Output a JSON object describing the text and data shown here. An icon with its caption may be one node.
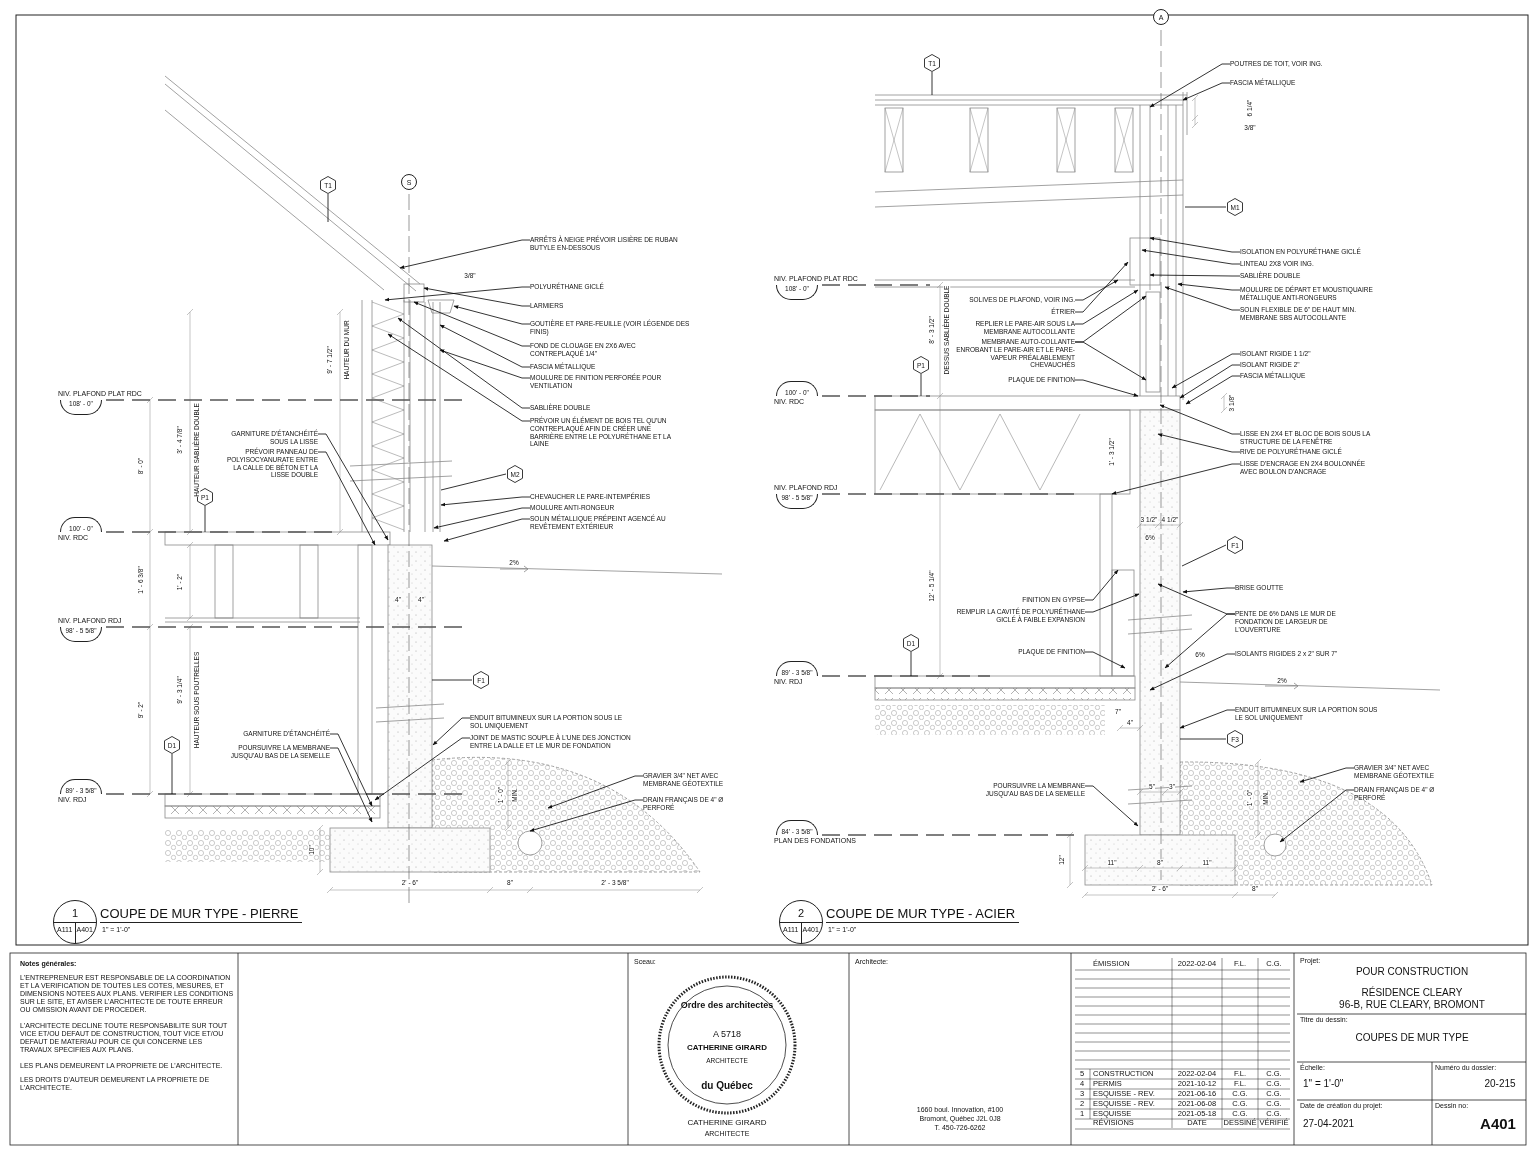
{
  "diagram": {
    "nodes": [
      {
        "text": [
          "T1"
        ]
      },
      {
        "text": [
          "S"
        ]
      },
      {
        "text": [
          "ARRÊTS À NEIGE PRÉVOIR LISIÈRE DE RUBAN BUTYLE EN-DESSOUS"
        ]
      },
      {
        "text": [
          "POLYURÉTHANE GICLÉ"
        ]
      },
      {
        "text": [
          "LARMIERS"
        ]
      },
      {
        "text": [
          "GOUTIÈRE ET PARE-FEUILLE (VOIR LÉGENDE DES FINIS)"
        ]
      },
      {
        "text": [
          "FOND DE CLOUAGE EN 2X6 AVEC CONTREPLAQUÉ 1/4\""
        ]
      },
      {
        "text": [
          "FASCIA MÉTALLIQUE"
        ]
      },
      {
        "text": [
          "MOULURE DE FINITION PERFORÉE POUR VENTILATION"
        ]
      },
      {
        "text": [
          "SABLIÈRE DOUBLE"
        ]
      },
      {
        "text": [
          "PRÉVOIR UN ÉLÉMENT DE BOIS TEL QU'UN CONTREPLAQUÉ AFIN DE CRÉER UNE BARRIÈRE ENTRE LE POLYURÉTHANE ET LA LAINE"
        ]
      },
      {
        "text": [
          "M2"
        ]
      },
      {
        "text": [
          "CHEVAUCHER LE PARE-INTEMPÉRIES"
        ]
      },
      {
        "text": [
          "MOULURE ANTI-RONGEUR"
        ]
      },
      {
        "text": [
          "SOLIN MÉTALLIQUE PRÉPEINT AGENCÉ AU REVÊTEMENT EXTÉRIEUR"
        ]
      },
      {
        "text": [
          "GARNITURE D'ÉTANCHÉITÉ SOUS LA LISSE"
        ]
      },
      {
        "text": [
          "PRÉVOIR PANNEAU DE POLYISOCYANURATE ENTRE LA CALLE DE BÉTON ET LA LISSE DOUBLE"
        ]
      },
      {
        "text": [
          "P1"
        ]
      },
      {
        "text": [
          "F1"
        ]
      },
      {
        "text": [
          "ENDUIT BITUMINEUX SUR LA PORTION SOUS LE SOL UNIQUEMENT"
        ]
      },
      {
        "text": [
          "JOINT DE MASTIC SOUPLE À L'UNE DES JONCTION ENTRE LA DALLE ET LE MUR DE FONDATION"
        ]
      },
      {
        "text": [
          "D1"
        ]
      },
      {
        "text": [
          "GARNITURE D'ÉTANCHÉITÉ"
        ]
      },
      {
        "text": [
          "POURSUIVRE LA MEMBRANE JUSQU'AU BAS DE LA SEMELLE"
        ]
      },
      {
        "text": [
          "GRAVIER 3/4\" NET AVEC MEMBRANE GÉOTEXTILE"
        ]
      },
      {
        "text": [
          "DRAIN FRANÇAIS DE 4\" Ø PERFORÉ"
        ]
      },
      {
        "text": [
          "108' - 0\""
        ],
        "beside": [
          "NIV. PLAFOND PLAT RDC"
        ]
      },
      {
        "text": [
          "100' - 0\""
        ],
        "beside": [
          "NIV. RDC"
        ]
      },
      {
        "text": [
          "98' - 5 5/8\""
        ],
        "beside": [
          "NIV. PLAFOND RDJ"
        ]
      },
      {
        "text": [
          "89' - 3 5/8\""
        ],
        "beside": [
          "NIV. RDJ"
        ]
      },
      {
        "text": [
          "1",
          "A111",
          "A401"
        ],
        "beside": [
          "COUPE DE MUR TYPE - PIERRE",
          "1\" = 1'-0\""
        ]
      },
      {
        "text": [
          "T1"
        ]
      },
      {
        "text": [
          "A"
        ]
      },
      {
        "text": [
          "POUTRES DE TOIT, VOIR ING."
        ]
      },
      {
        "text": [
          "FASCIA MÉTALLIQUE"
        ]
      },
      {
        "text": [
          "M1"
        ]
      },
      {
        "text": [
          "ISOLATION EN POLYURÉTHANE GICLÉ"
        ]
      },
      {
        "text": [
          "LINTEAU 2X8 VOIR ING."
        ]
      },
      {
        "text": [
          "SABLIÈRE DOUBLE"
        ]
      },
      {
        "text": [
          "MOULURE DE DÉPART ET MOUSTIQUAIRE MÉTALLIQUE ANTI-RONGEURS"
        ]
      },
      {
        "text": [
          "SOLIN FLEXIBLE DE 6\" DE HAUT MIN. MEMBRANE SBS AUTOCOLLANTE"
        ]
      },
      {
        "text": [
          "SOLIVES DE PLAFOND, VOIR ING."
        ]
      },
      {
        "text": [
          "ÉTRIER"
        ]
      },
      {
        "text": [
          "REPLIER LE PARE-AIR SOUS LA MEMBRANE AUTOCOLLANTE"
        ]
      },
      {
        "text": [
          "MEMBRANE AUTO-COLLANTE ENROBANT LE PARE-AIR ET LE PARE-VAPEUR PRÉALABLEMENT CHEVAUCHÉS"
        ]
      },
      {
        "text": [
          "PLAQUE DE FINITION"
        ]
      },
      {
        "text": [
          "P1"
        ]
      },
      {
        "text": [
          "ISOLANT RIGIDE 1 1/2\""
        ]
      },
      {
        "text": [
          "ISOLANT RIGIDE 2\""
        ]
      },
      {
        "text": [
          "FASCIA MÉTALLIQUE"
        ]
      },
      {
        "text": [
          "LISSE EN 2X4 ET BLOC DE BOIS SOUS LA STRUCTURE DE LA FENÊTRE"
        ]
      },
      {
        "text": [
          "RIVE DE POLYURÉTHANE GICLÉ"
        ]
      },
      {
        "text": [
          "LISSE D'ENCRAGE EN 2X4 BOULONNÉE AVEC BOULON D'ANCRAGE"
        ]
      },
      {
        "text": [
          "F1"
        ]
      },
      {
        "text": [
          "BRISE GOUTTE"
        ]
      },
      {
        "text": [
          "FINITION EN GYPSE"
        ]
      },
      {
        "text": [
          "REMPLIR LA CAVITÉ DE POLYURÉTHANE GICLÉ À FAIBLE EXPANSION"
        ]
      },
      {
        "text": [
          "PENTE DE 6% DANS LE MUR DE FONDATION DE LARGEUR DE L'OUVERTURE"
        ]
      },
      {
        "text": [
          "D1"
        ]
      },
      {
        "text": [
          "PLAQUE DE FINITION"
        ]
      },
      {
        "text": [
          "ISOLANTS RIGIDES 2 x 2\" SUR 7\""
        ]
      },
      {
        "text": [
          "ENDUIT BITUMINEUX SUR LA PORTION SOUS LE SOL UNIQUEMENT"
        ]
      },
      {
        "text": [
          "F3"
        ]
      },
      {
        "text": [
          "POURSUIVRE LA MEMBRANE JUSQU'AU BAS DE LA SEMELLE"
        ]
      },
      {
        "text": [
          "GRAVIER 3/4\" NET AVEC MEMBRANE GÉOTEXTILE"
        ]
      },
      {
        "text": [
          "DRAIN FRANÇAIS DE 4\" Ø PERFORÉ"
        ]
      },
      {
        "text": [
          "108' - 0\""
        ],
        "beside": [
          "NIV. PLAFOND PLAT RDC"
        ]
      },
      {
        "text": [
          "100' - 0\""
        ],
        "beside": [
          "NIV. RDC"
        ]
      },
      {
        "text": [
          "98' - 5 5/8\""
        ],
        "beside": [
          "NIV. PLAFOND RDJ"
        ]
      },
      {
        "text": [
          "89' - 3 5/8\""
        ],
        "beside": [
          "NIV. RDJ"
        ]
      },
      {
        "text": [
          "84' - 3 5/8\""
        ],
        "beside": [
          "PLAN DES FONDATIONS"
        ]
      },
      {
        "text": [
          "2",
          "A111",
          "A401"
        ],
        "beside": [
          "COUPE DE MUR TYPE - ACIER",
          "1\" = 1'-0\""
        ]
      }
    ],
    "edges": [
      {
        "from": 0,
        "to": null,
        "arrow": "none"
      },
      {
        "from": 2,
        "to": null,
        "arrow": "to"
      },
      {
        "from": 3,
        "to": null,
        "arrow": "to"
      },
      {
        "from": 4,
        "to": null,
        "arrow": "to"
      },
      {
        "from": 5,
        "to": null,
        "arrow": "to"
      },
      {
        "from": 6,
        "to": null,
        "arrow": "to"
      },
      {
        "from": 7,
        "to": null,
        "arrow": "to"
      },
      {
        "from": 8,
        "to": null,
        "arrow": "to"
      },
      {
        "from": 9,
        "to": null,
        "arrow": "to"
      },
      {
        "from": 10,
        "to": null,
        "arrow": "to"
      },
      {
        "from": 11,
        "to": null,
        "arrow": "none"
      },
      {
        "from": 12,
        "to": null,
        "arrow": "to"
      },
      {
        "from": 13,
        "to": null,
        "arrow": "to"
      },
      {
        "from": 14,
        "to": null,
        "arrow": "to"
      },
      {
        "from": 15,
        "to": null,
        "arrow": "to"
      },
      {
        "from": 16,
        "to": null,
        "arrow": "to"
      },
      {
        "from": 17,
        "to": null,
        "arrow": "none"
      },
      {
        "from": 18,
        "to": null,
        "arrow": "none"
      },
      {
        "from": 19,
        "to": null,
        "arrow": "to"
      },
      {
        "from": 20,
        "to": null,
        "arrow": "to"
      },
      {
        "from": 21,
        "to": null,
        "arrow": "none"
      },
      {
        "from": 22,
        "to": null,
        "arrow": "to"
      },
      {
        "from": 23,
        "to": null,
        "arrow": "to"
      },
      {
        "from": 24,
        "to": null,
        "arrow": "to"
      },
      {
        "from": 25,
        "to": null,
        "arrow": "to"
      },
      {
        "from": 31,
        "to": null,
        "arrow": "none"
      },
      {
        "from": 33,
        "to": null,
        "arrow": "to"
      },
      {
        "from": 34,
        "to": null,
        "arrow": "to"
      },
      {
        "from": 35,
        "to": null,
        "arrow": "none"
      },
      {
        "from": 36,
        "to": null,
        "arrow": "to"
      },
      {
        "from": 37,
        "to": null,
        "arrow": "to"
      },
      {
        "from": 38,
        "to": null,
        "arrow": "to"
      },
      {
        "from": 39,
        "to": null,
        "arrow": "to"
      },
      {
        "from": 40,
        "to": null,
        "arrow": "to"
      },
      {
        "from": 41,
        "to": null,
        "arrow": "to"
      },
      {
        "from": 42,
        "to": null,
        "arrow": "to"
      },
      {
        "from": 43,
        "to": null,
        "arrow": "to"
      },
      {
        "from": 44,
        "to": null,
        "arrow": "to"
      },
      {
        "from": 44,
        "to": null,
        "arrow": "to"
      },
      {
        "from": 45,
        "to": null,
        "arrow": "to"
      },
      {
        "from": 46,
        "to": null,
        "arrow": "none"
      },
      {
        "from": 47,
        "to": null,
        "arrow": "to"
      },
      {
        "from": 48,
        "to": null,
        "arrow": "to"
      },
      {
        "from": 49,
        "to": null,
        "arrow": "to"
      },
      {
        "from": 50,
        "to": null,
        "arrow": "to"
      },
      {
        "from": 51,
        "to": null,
        "arrow": "to"
      },
      {
        "from": 52,
        "to": null,
        "arrow": "to"
      },
      {
        "from": 53,
        "to": null,
        "arrow": "none"
      },
      {
        "from": 54,
        "to": null,
        "arrow": "to"
      },
      {
        "from": 55,
        "to": null,
        "arrow": "to"
      },
      {
        "from": 56,
        "to": null,
        "arrow": "to"
      },
      {
        "from": 57,
        "to": null,
        "arrow": "to"
      },
      {
        "from": 57,
        "to": null,
        "arrow": "to"
      },
      {
        "from": 58,
        "to": null,
        "arrow": "none"
      },
      {
        "from": 59,
        "to": null,
        "arrow": "to"
      },
      {
        "from": 60,
        "to": null,
        "arrow": "to"
      },
      {
        "from": 61,
        "to": null,
        "arrow": "to"
      },
      {
        "from": 62,
        "to": null,
        "arrow": "none"
      },
      {
        "from": 63,
        "to": null,
        "arrow": "to"
      },
      {
        "from": 64,
        "to": null,
        "arrow": "to"
      },
      {
        "from": 65,
        "to": null,
        "arrow": "to"
      }
    ],
    "labels": [
      "8' - 0\"",
      "3' - 4 7/8\"",
      "HAUTEUR SABLIÈRE DOUBLE",
      "9' - 7 1/2\"",
      "HAUTEUR DU MUR",
      "3/8\"",
      "4\"",
      "4\"",
      "1' - 6 3/8\"",
      "1' - 2\"",
      "2%",
      "9' - 2\"",
      "9' - 3 1/4\"",
      "HAUTEUR SOUS POUTRELLES",
      "1' - 0\"",
      "MIN.",
      "10\"",
      "2' - 6\"",
      "8\"",
      "2' - 3 5/8\"",
      "6 1/4\"",
      "3/8\"",
      "8' - 3 1/2\"",
      "DESSUS SABLIÈRE DOUBLE",
      "3 1/8\"",
      "1' - 3 1/2\"",
      "3 1/2\"",
      "4 1/2\"",
      "6%",
      "12' - 5 1/4\"",
      "6%",
      "2%",
      "7\"",
      "4\"",
      "1' - 0\"",
      "MIN.",
      "5\"",
      "3\"",
      "11\"",
      "8\"",
      "11\"",
      "12\"",
      "2' - 6\"",
      "8\"",
      "Notes générales:",
      "L'ENTREPRENEUR EST RESPONSABLE DE LA COORDINATION ET LA VERIFICATION DE TOUTES LES COTES, MESURES, ET DIMENSIONS NOTEES AUX PLANS. VERIFIER LES CONDITIONS SUR LE SITE, ET AVISER L'ARCHITECTE DE TOUTE ERREUR OU OMISSION AVANT DE PROCEDER.",
      "L'ARCHITECTE DECLINE TOUTE RESPONSABILITE SUR TOUT VICE ET/OU DEFAUT DE CONSTRUCTION, TOUT VICE ET/OU DEFAUT DE MATERIAU POUR CE QUI CONCERNE LES TRAVAUX SPECIFIES AUX PLANS.",
      "LES PLANS DEMEURENT LA PROPRIETE DE L'ARCHITECTE.",
      "LES DROITS D'AUTEUR DEMEURENT LA PROPRIETE DE L'ARCHITECTE.",
      "Sceau:",
      "Ordre des architectes",
      "A 5718",
      "CATHERINE GIRARD",
      "ARCHITECTE",
      "du Québec",
      "CATHERINE GIRARD",
      "ARCHITECTE",
      "Architecte:",
      "1660 boul. Innovation, #100",
      "Bromont, Québec J2L 0J8",
      "T. 450-726-6262",
      "ÉMISSION",
      "2022-02-04",
      "F.L.",
      "C.G.",
      "5",
      "CONSTRUCTION",
      "2022-02-04",
      "F.L.",
      "C.G.",
      "4",
      "PERMIS",
      "2021-10-12",
      "F.L.",
      "C.G.",
      "3",
      "ESQUISSE - REV.",
      "2021-06-16",
      "C.G.",
      "C.G.",
      "2",
      "ESQUISSE - REV.",
      "2021-06-08",
      "C.G.",
      "C.G.",
      "1",
      "ESQUISSE",
      "2021-05-18",
      "C.G.",
      "C.G.",
      "RÉVISIONS",
      "DATE",
      "DESSINÉ",
      "VÉRIFIÉ",
      "Projet:",
      "POUR CONSTRUCTION",
      "RÉSIDENCE CLEARY",
      "96-B, RUE CLEARY, BROMONT",
      "Titre du dessin:",
      "COUPES DE MUR TYPE",
      "Échelle:",
      "1\" = 1'-0\"",
      "Numéro du dossier:",
      "20-215",
      "Date de création du projet:",
      "27-04-2021",
      "Dessin no:",
      "A401"
    ]
  }
}
